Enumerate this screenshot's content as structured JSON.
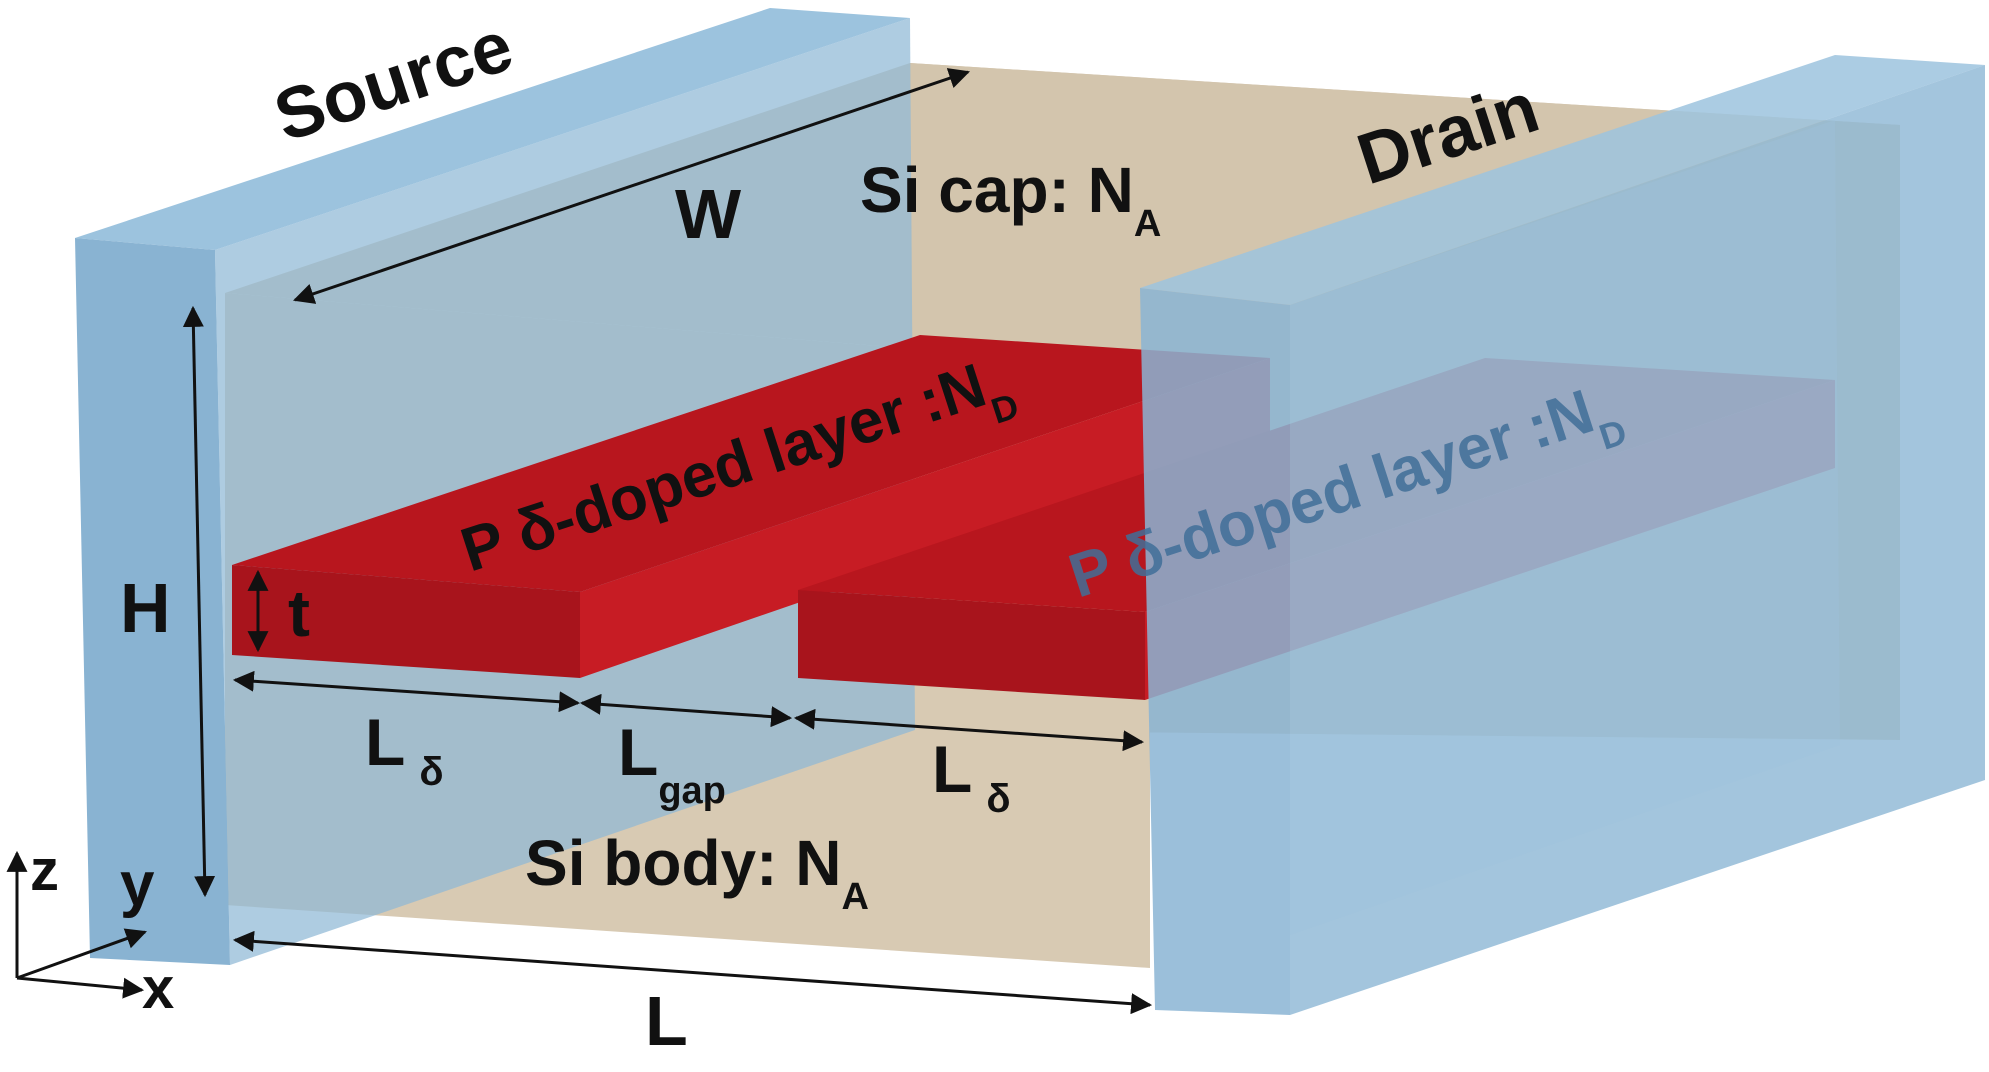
{
  "labels": {
    "source": "Source",
    "drain": "Drain",
    "si_cap": "Si cap: N",
    "si_cap_sub": "A",
    "si_body": "Si body: N",
    "si_body_sub": "A",
    "delta_layer_left": "P δ-doped layer :N",
    "delta_layer_left_sub": "D",
    "delta_layer_right": "P δ-doped layer :N",
    "delta_layer_right_sub": "D",
    "dim_w": "W",
    "dim_h": "H",
    "dim_t": "t",
    "dim_l": "L",
    "dim_l_delta_left": "L",
    "dim_l_delta_left_sub": "δ",
    "dim_l_gap": "L",
    "dim_l_gap_sub": "gap",
    "dim_l_delta_right": "L",
    "dim_l_delta_right_sub": "δ",
    "axis_z": "z",
    "axis_y": "y",
    "axis_x": "x"
  },
  "colors": {
    "electrode": "#8fb8d6",
    "electrode_edge": "#7aa6c6",
    "silicon": "#d8cab3",
    "delta_front": "#a8141c",
    "delta_top": "#c21a22",
    "arrow": "#111111"
  }
}
